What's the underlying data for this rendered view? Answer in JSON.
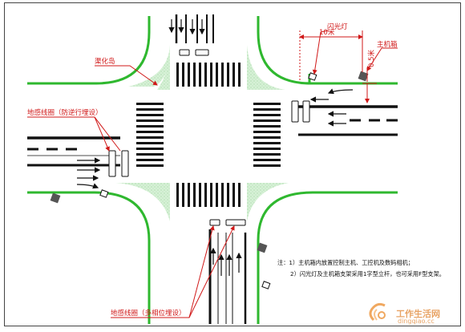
{
  "labels": {
    "island": "渠化岛",
    "loop_left": "地感线圈（防逆行埋设）",
    "loop_bottom": "地感线圈（多相位埋设）",
    "flash_lamp": "闪光灯",
    "host_box": "主机箱",
    "dim_10m": "10米",
    "dim_05m": "0.5米"
  },
  "notes": {
    "line1": "注：1）主机箱内放置控制主机、工控机及数码相机；",
    "line2": "2）闪光灯及主机箱支架采用1字型立杆，也可采用F型支架。"
  },
  "watermark": {
    "brand": "工作生活网",
    "site": "dingqiao.cc"
  },
  "colors": {
    "curb": "#2fb82f",
    "island_fill": "#d6f1d6",
    "label": "#d01818",
    "stroke": "#111111"
  }
}
